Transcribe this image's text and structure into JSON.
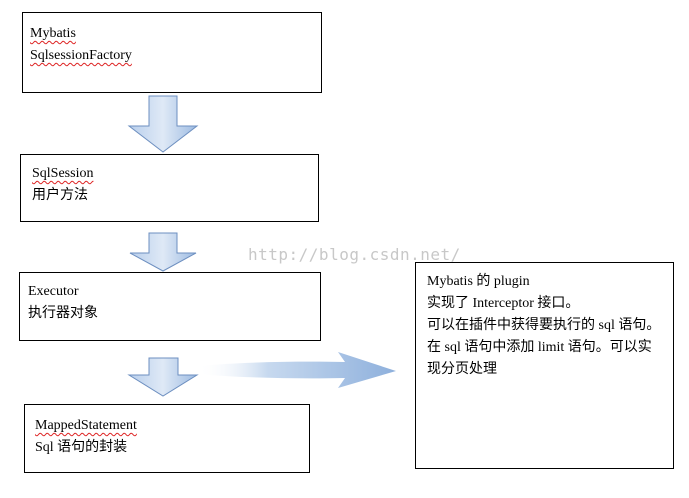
{
  "boxes": {
    "session_factory": {
      "lines": [
        "Mybatis",
        "SqlsessionFactory"
      ]
    },
    "sql_session": {
      "lines": [
        "SqlSession",
        "用户方法"
      ]
    },
    "executor": {
      "lines": [
        "Executor",
        "执行器对象"
      ]
    },
    "mapped_statement": {
      "lines": [
        "MappedStatement",
        "Sql 语句的封装"
      ]
    },
    "plugin": {
      "lines": [
        "Mybatis 的 plugin",
        "实现了 Interceptor 接口。",
        "可以在插件中获得要执行的  sql  语句。",
        "在 sql 语句中添加 limit 语句。可以实现分页处理"
      ]
    }
  },
  "watermark": "http://blog.csdn.net/",
  "colors": {
    "arrow_fill_light": "#dbe7f5",
    "arrow_fill_dark": "#8fb0db",
    "arrow_stroke": "#6d8fc0",
    "border": "#000000"
  }
}
